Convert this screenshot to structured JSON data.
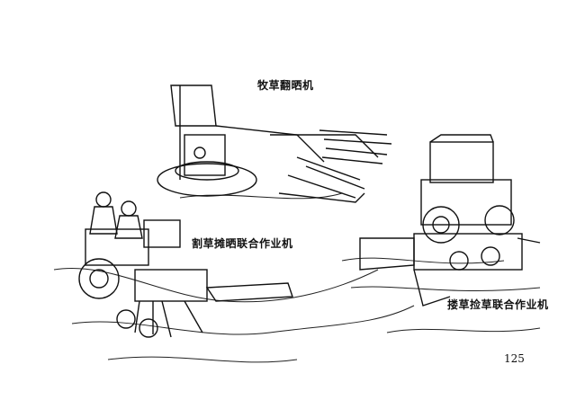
{
  "labels": {
    "hay_tedder": "牧草翻晒机",
    "mower_spreader": "割草摊晒联合作业机",
    "windrow_baler": "搂草捡草联合作业机"
  },
  "page_number": "125",
  "colors": {
    "ink": "#111111",
    "paper": "#ffffff"
  }
}
